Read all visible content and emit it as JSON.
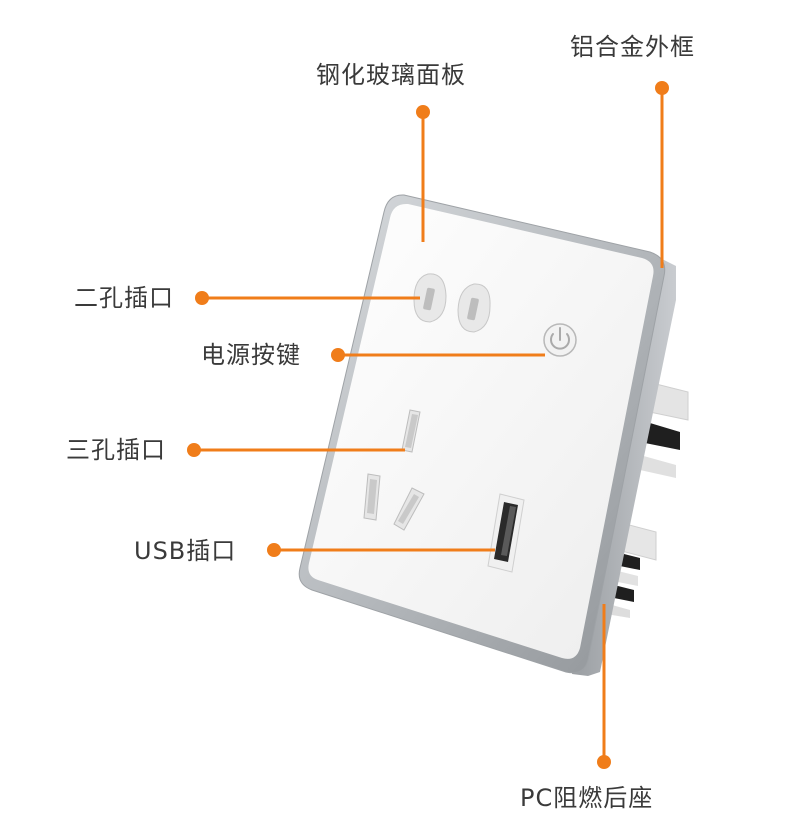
{
  "labels": {
    "glass_panel": "钢化玻璃面板",
    "aluminum_frame": "铝合金外框",
    "two_hole_socket": "二孔插口",
    "power_button": "电源按键",
    "three_hole_socket": "三孔插口",
    "usb_port": "USB插口",
    "pc_base": "PC阻燃后座"
  },
  "colors": {
    "accent": "#f07d1a",
    "frame": "#a8acb0",
    "panel": "#f6f6f6",
    "text": "#3a3a3a"
  },
  "icons": {
    "power": "power-icon"
  }
}
